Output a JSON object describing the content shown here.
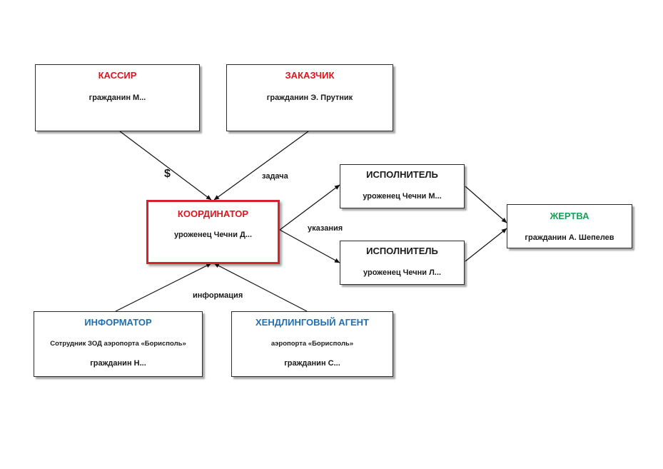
{
  "colors": {
    "red": "#e0141f",
    "blue": "#1f6fb2",
    "green": "#1a9e58",
    "line": "#111111"
  },
  "nodes": {
    "cashier": {
      "title": "КАССИР",
      "person": "гражданин  М..."
    },
    "customer": {
      "title": "ЗАКАЗЧИК",
      "person": "гражданин Э. Прутник"
    },
    "coordinator": {
      "title": "КООРДИНАТОР",
      "person": "уроженец Чечни Д..."
    },
    "executor1": {
      "title": "ИСПОЛНИТЕЛЬ",
      "person": "уроженец Чечни М..."
    },
    "executor2": {
      "title": "ИСПОЛНИТЕЛЬ",
      "person": "уроженец Чечни Л..."
    },
    "victim": {
      "title": "ЖЕРТВА",
      "person": "гражданин А. Шепелев"
    },
    "informer": {
      "title": "ИНФОРМАТОР",
      "detail": "Сотрудник ЗОД аэропорта  «Борисполь»",
      "person": "гражданин Н..."
    },
    "handling": {
      "title": "ХЕНДЛИНГОВЫЙ АГЕНТ",
      "detail": "аэропорта  «Борисполь»",
      "person": "гражданин С..."
    }
  },
  "edge_labels": {
    "money": "$",
    "task": "задача",
    "instructions": "указания",
    "information": "информация"
  }
}
